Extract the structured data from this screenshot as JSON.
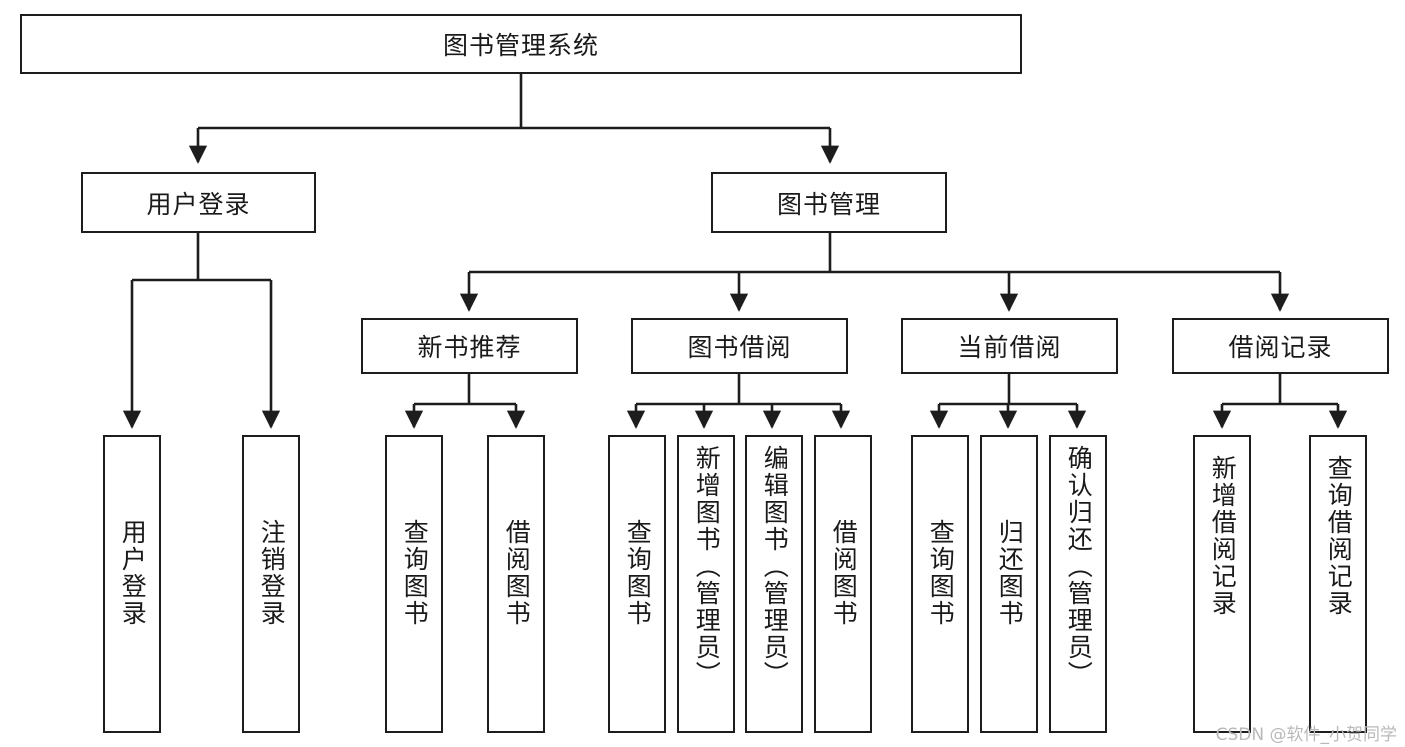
{
  "diagram": {
    "type": "tree-hierarchy-flowchart",
    "title": "图书管理系统",
    "root": {
      "id": "root",
      "label": "图书管理系统",
      "orientation": "horizontal"
    },
    "level2": [
      {
        "id": "user-login",
        "label": "用户登录",
        "orientation": "horizontal"
      },
      {
        "id": "book-manage",
        "label": "图书管理",
        "orientation": "horizontal"
      }
    ],
    "level3": [
      {
        "id": "new-book-rec",
        "label": "新书推荐",
        "orientation": "horizontal",
        "parent": "book-manage"
      },
      {
        "id": "book-borrow",
        "label": "图书借阅",
        "orientation": "horizontal",
        "parent": "book-manage"
      },
      {
        "id": "current-borrow",
        "label": "当前借阅",
        "orientation": "horizontal",
        "parent": "book-manage"
      },
      {
        "id": "borrow-record",
        "label": "借阅记录",
        "orientation": "horizontal",
        "parent": "book-manage"
      }
    ],
    "leaves": [
      {
        "id": "leaf-user-login",
        "label": "用户登录",
        "orientation": "vertical",
        "parent": "user-login"
      },
      {
        "id": "leaf-logout",
        "label": "注销登录",
        "orientation": "vertical",
        "parent": "user-login"
      },
      {
        "id": "leaf-query-book-1",
        "label": "查询图书",
        "orientation": "vertical",
        "parent": "new-book-rec"
      },
      {
        "id": "leaf-borrow-book-1",
        "label": "借阅图书",
        "orientation": "vertical",
        "parent": "new-book-rec"
      },
      {
        "id": "leaf-query-book-2",
        "label": "查询图书",
        "orientation": "vertical",
        "parent": "book-borrow"
      },
      {
        "id": "leaf-add-book",
        "label": "新增图书（管理员）",
        "orientation": "vertical",
        "parent": "book-borrow"
      },
      {
        "id": "leaf-edit-book",
        "label": "编辑图书（管理员）",
        "orientation": "vertical",
        "parent": "book-borrow"
      },
      {
        "id": "leaf-borrow-book-2",
        "label": "借阅图书",
        "orientation": "vertical",
        "parent": "book-borrow"
      },
      {
        "id": "leaf-query-book-3",
        "label": "查询图书",
        "orientation": "vertical",
        "parent": "current-borrow"
      },
      {
        "id": "leaf-return-book",
        "label": "归还图书",
        "orientation": "vertical",
        "parent": "current-borrow"
      },
      {
        "id": "leaf-confirm-return",
        "label": "确认归还（管理员）",
        "orientation": "vertical",
        "parent": "current-borrow"
      },
      {
        "id": "leaf-add-record",
        "label": "新增借阅记录",
        "orientation": "vertical",
        "parent": "borrow-record"
      },
      {
        "id": "leaf-query-record",
        "label": "查询借阅记录",
        "orientation": "vertical",
        "parent": "borrow-record"
      }
    ],
    "colors": {
      "stroke": "#1d1d1d",
      "fill": "#ffffff",
      "text": "#1a1a1a",
      "watermark": "#b9b9b9"
    }
  },
  "watermark": {
    "text": "CSDN @软件_小贺同学"
  }
}
